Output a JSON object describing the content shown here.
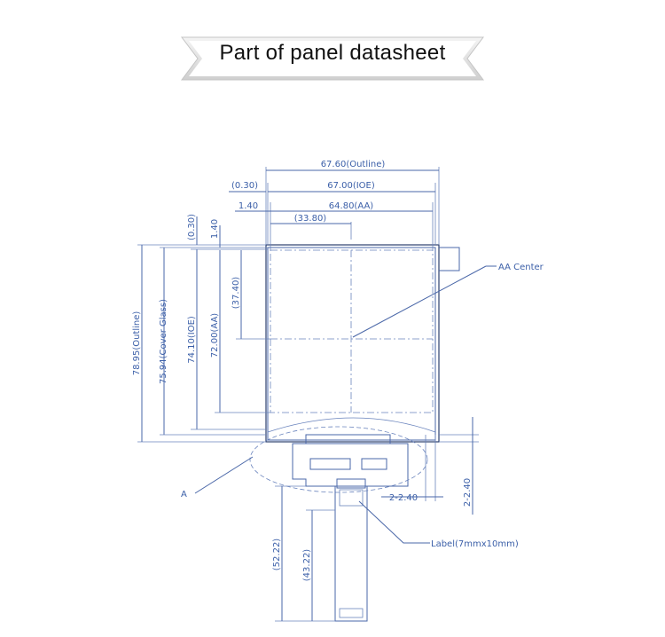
{
  "banner": {
    "title": "Part of panel datasheet"
  },
  "dimensions": {
    "outline_width": "67.60(Outline)",
    "ioe_width": "67.00(IOE)",
    "aa_width": "64.80(AA)",
    "offset_030_top": "(0.30)",
    "offset_140_top": "1.40",
    "aa_center_x": "(33.80)",
    "offset_030_left": "(0.30)",
    "offset_140_left": "1.40",
    "outline_height": "78.95(Outline)",
    "cover_glass_height": "75.94(Cover Glass)",
    "ioe_height": "74.10(IOE)",
    "aa_height": "72.00(AA)",
    "aa_center_y": "(37.40)",
    "fpc_total": "(52.22)",
    "fpc_tail": "(43.22)",
    "gap_horizontal": "2-2.40",
    "gap_vertical": "2-2.40"
  },
  "callouts": {
    "aa_center": "AA Center",
    "detail": "A",
    "label": "Label(7mmx10mm)"
  }
}
